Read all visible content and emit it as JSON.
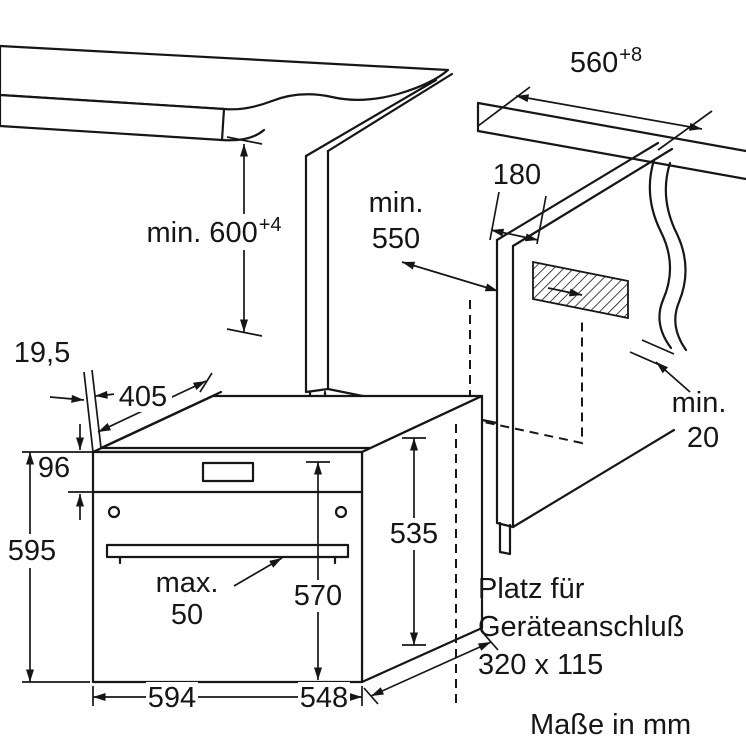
{
  "notes": {
    "connection": {
      "line1": "Platz für",
      "line2": "Geräteanschluß",
      "line3": "320 x 115"
    },
    "units": "Maße in mm"
  },
  "dimensions": {
    "niche_width": {
      "value": "560",
      "tolerance": "+8"
    },
    "niche_height": {
      "value": "min. 600",
      "tolerance": "+4"
    },
    "niche_depth": {
      "line1": "min.",
      "line2": "550"
    },
    "connection_offset": "180",
    "rear_gap": {
      "line1": "min.",
      "line2": "20"
    },
    "frame_overhang": "19,5",
    "top_depth": "405",
    "control_panel_height": "96",
    "oven_height": "595",
    "handle_clearance": {
      "line1": "max.",
      "line2": "50"
    },
    "door_height": "570",
    "casing_height": "535",
    "oven_width": "594",
    "oven_depth": "548"
  },
  "colors": {
    "line": "#161616",
    "background": "#ffffff"
  }
}
